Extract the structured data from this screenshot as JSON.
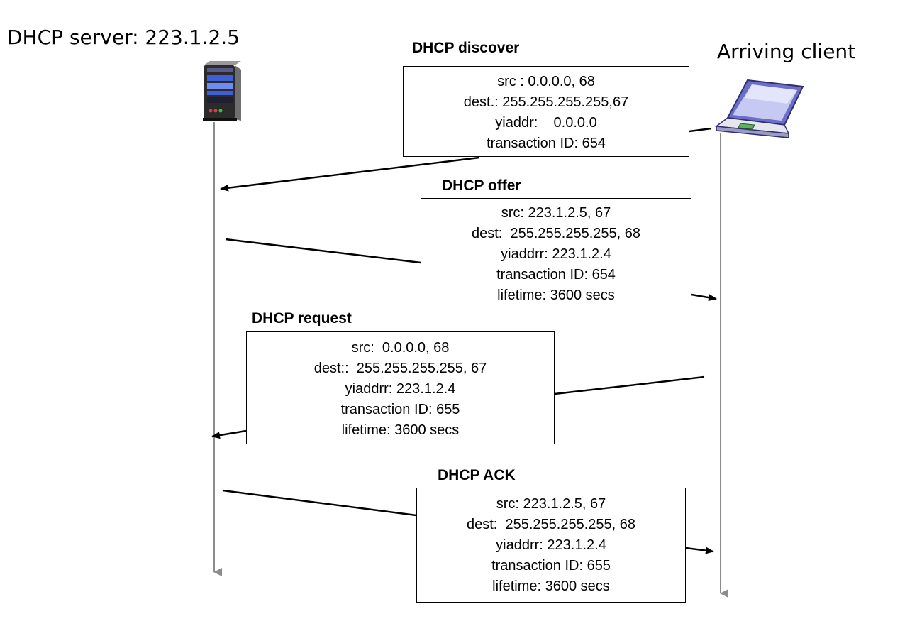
{
  "server": {
    "label": "DHCP server: 223.1.2.5",
    "icon": "server-tower-icon"
  },
  "client": {
    "label": "Arriving client",
    "icon": "laptop-icon"
  },
  "colors": {
    "timeline": "#8c8c8c",
    "arrow": "#000000",
    "box_border": "#000000"
  },
  "messages": [
    {
      "title": "DHCP discover",
      "direction": "client-to-server",
      "fields": [
        "src : 0.0.0.0, 68",
        "dest.: 255.255.255.255,67",
        "yiaddr:    0.0.0.0",
        "transaction ID: 654"
      ]
    },
    {
      "title": "DHCP offer",
      "direction": "server-to-client",
      "fields": [
        "src: 223.1.2.5, 67",
        "dest:  255.255.255.255, 68",
        "yiaddrr: 223.1.2.4",
        "transaction ID: 654",
        "lifetime: 3600 secs"
      ]
    },
    {
      "title": "DHCP request",
      "direction": "client-to-server",
      "fields": [
        "src:  0.0.0.0, 68",
        "dest::  255.255.255.255, 67",
        "yiaddrr: 223.1.2.4",
        "transaction ID: 655",
        "lifetime: 3600 secs"
      ]
    },
    {
      "title": "DHCP ACK",
      "direction": "server-to-client",
      "fields": [
        "src: 223.1.2.5, 67",
        "dest:  255.255.255.255, 68",
        "yiaddrr: 223.1.2.4",
        "transaction ID: 655",
        "lifetime: 3600 secs"
      ]
    }
  ]
}
